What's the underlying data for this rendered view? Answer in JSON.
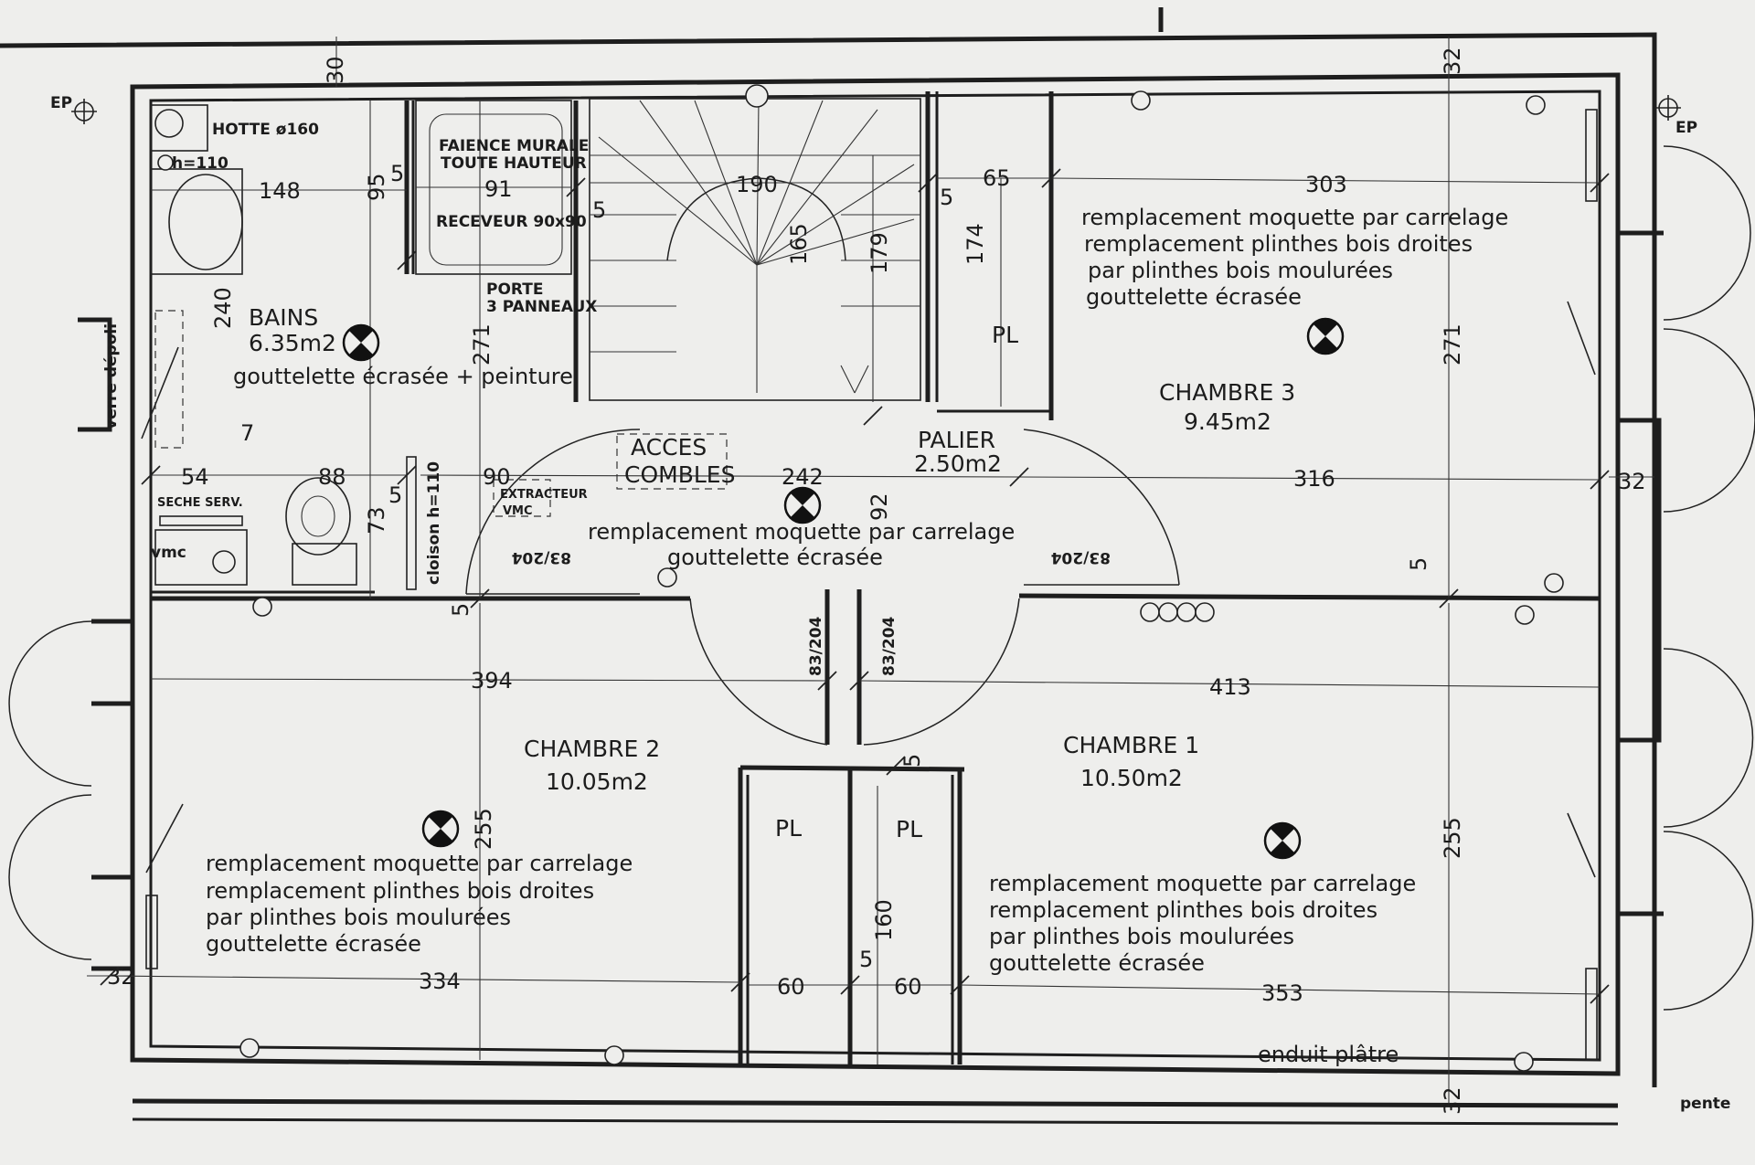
{
  "rooms": {
    "bains": {
      "name": "BAINS",
      "area": "6.35m2",
      "note": "gouttelette écrasée + peinture"
    },
    "chambre3": {
      "name": "CHAMBRE 3",
      "area": "9.45m2"
    },
    "palier": {
      "name": "PALIER",
      "area": "2.50m2"
    },
    "chambre2": {
      "name": "CHAMBRE 2",
      "area": "10.05m2"
    },
    "chambre1": {
      "name": "CHAMBRE 1",
      "area": "10.50m2"
    }
  },
  "notes": {
    "chambre3": [
      "remplacement moquette par carrelage",
      "remplacement plinthes bois droites",
      "par plinthes bois moulurées",
      "gouttelette écrasée"
    ],
    "palier": [
      "remplacement moquette par carrelage",
      "gouttelette écrasée"
    ],
    "chambre2": [
      "remplacement moquette par carrelage",
      "remplacement plinthes bois droites",
      "par plinthes bois moulurées",
      "gouttelette écrasée"
    ],
    "chambre1": [
      "remplacement moquette par carrelage",
      "remplacement plinthes bois droites",
      "par plinthes bois moulurées",
      "gouttelette écrasée"
    ],
    "enduit": "enduit plâtre"
  },
  "fixtures": {
    "hotte": "HOTTE ø160",
    "h110": "h=110",
    "faience_1": "FAIENCE MURALE",
    "faience_2": "TOUTE HAUTEUR",
    "receveur": "RECEVEUR 90x90",
    "porte_1": "PORTE",
    "porte_2": "3 PANNEAUX",
    "acces_1": "ACCES",
    "acces_2": "COMBLES",
    "extracteur_1": "EXTRACTEUR",
    "extracteur_2": "VMC",
    "seche": "SECHE SERV.",
    "vmc": "vmc",
    "cloison": "cloison h=110",
    "verre": "verre dépoli",
    "pl": "PL",
    "ep": "EP",
    "pente": "pente",
    "door_8320": "83/204",
    "door_8320_alt": "83/204"
  },
  "dimensions": {
    "d30": "30",
    "d32": "32",
    "d148": "148",
    "d95": "95",
    "d5": "5",
    "d91": "91",
    "d190": "190",
    "d165": "165",
    "d179": "179",
    "d65": "65",
    "d174": "174",
    "d303": "303",
    "d271": "271",
    "d240": "240",
    "d7": "7",
    "d54": "54",
    "d88": "88",
    "d73": "73",
    "d90": "90",
    "d242": "242",
    "d92": "92",
    "d316": "316",
    "d394": "394",
    "d413": "413",
    "d255": "255",
    "d334": "334",
    "d60": "60",
    "d160": "160",
    "d353": "353"
  }
}
